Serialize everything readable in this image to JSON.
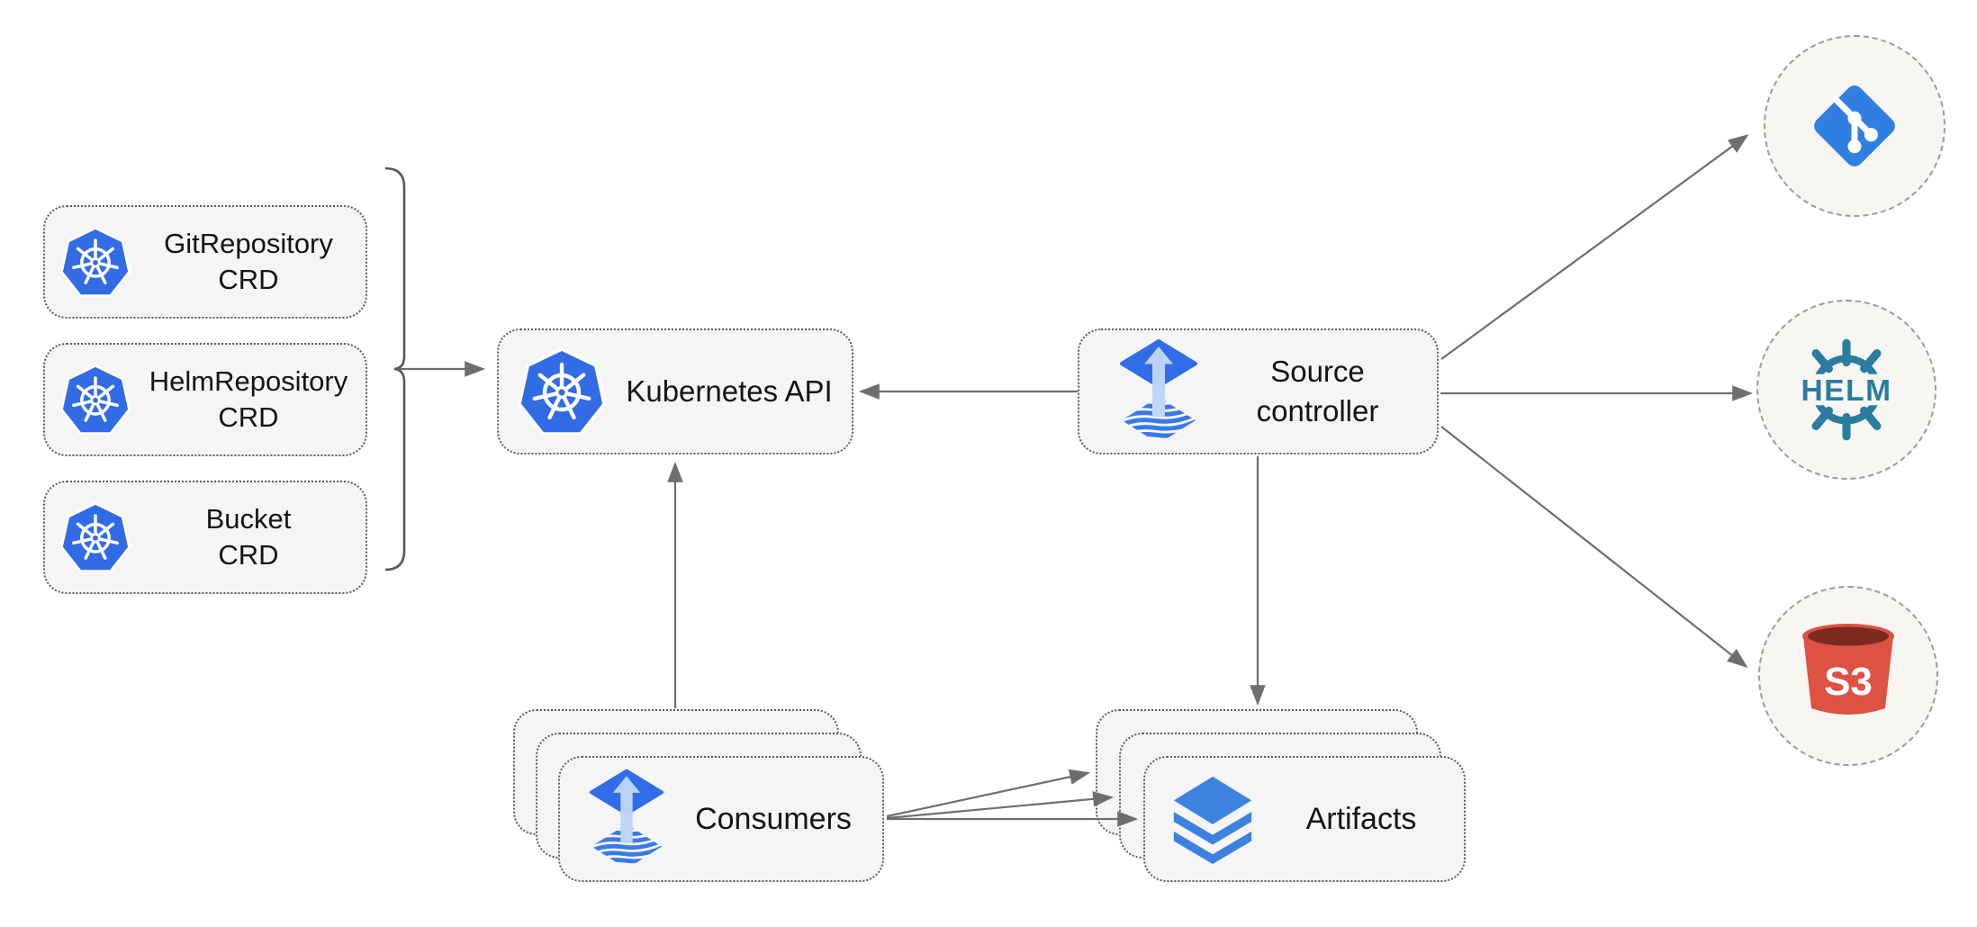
{
  "diagram": {
    "crd_boxes": [
      {
        "icon": "kubernetes-icon",
        "line1": "GitRepository",
        "line2": "CRD"
      },
      {
        "icon": "kubernetes-icon",
        "line1": "HelmRepository",
        "line2": "CRD"
      },
      {
        "icon": "kubernetes-icon",
        "line1": "Bucket",
        "line2": "CRD"
      }
    ],
    "kubernetes_api": {
      "icon": "kubernetes-icon",
      "label": "Kubernetes API"
    },
    "source_controller": {
      "icon": "flux-icon",
      "line1": "Source",
      "line2": "controller"
    },
    "consumers": {
      "icon": "flux-icon",
      "label": "Consumers",
      "stacked": 3
    },
    "artifacts": {
      "icon": "layers-icon",
      "label": "Artifacts",
      "stacked": 3
    },
    "external_sources": {
      "git": {
        "icon": "git-icon"
      },
      "helm": {
        "icon": "helm-icon",
        "label": "HELM"
      },
      "s3": {
        "icon": "s3-icon",
        "label": "S3"
      }
    },
    "connections": [
      {
        "from": "crd-boxes-bracket",
        "to": "kubernetes-api"
      },
      {
        "from": "source-controller",
        "to": "kubernetes-api"
      },
      {
        "from": "consumers",
        "to": "kubernetes-api"
      },
      {
        "from": "source-controller",
        "to": "artifacts"
      },
      {
        "from": "source-controller",
        "to": "git"
      },
      {
        "from": "source-controller",
        "to": "helm"
      },
      {
        "from": "source-controller",
        "to": "s3"
      },
      {
        "from": "consumers",
        "to": "artifacts"
      }
    ],
    "colors": {
      "kubernetes_blue": "#326CE5",
      "flux_blue": "#316DE6",
      "flux_arrow_light": "#B9D2F6",
      "git_blue": "#2F7FE0",
      "helm_teal": "#2A7D9E",
      "s3_red": "#DE5243",
      "s3_dark": "#7A2B1E",
      "layers_blue": "#3E82E0",
      "node_fill": "#f5f5f5",
      "connector_gray": "#6e6e6e"
    }
  }
}
